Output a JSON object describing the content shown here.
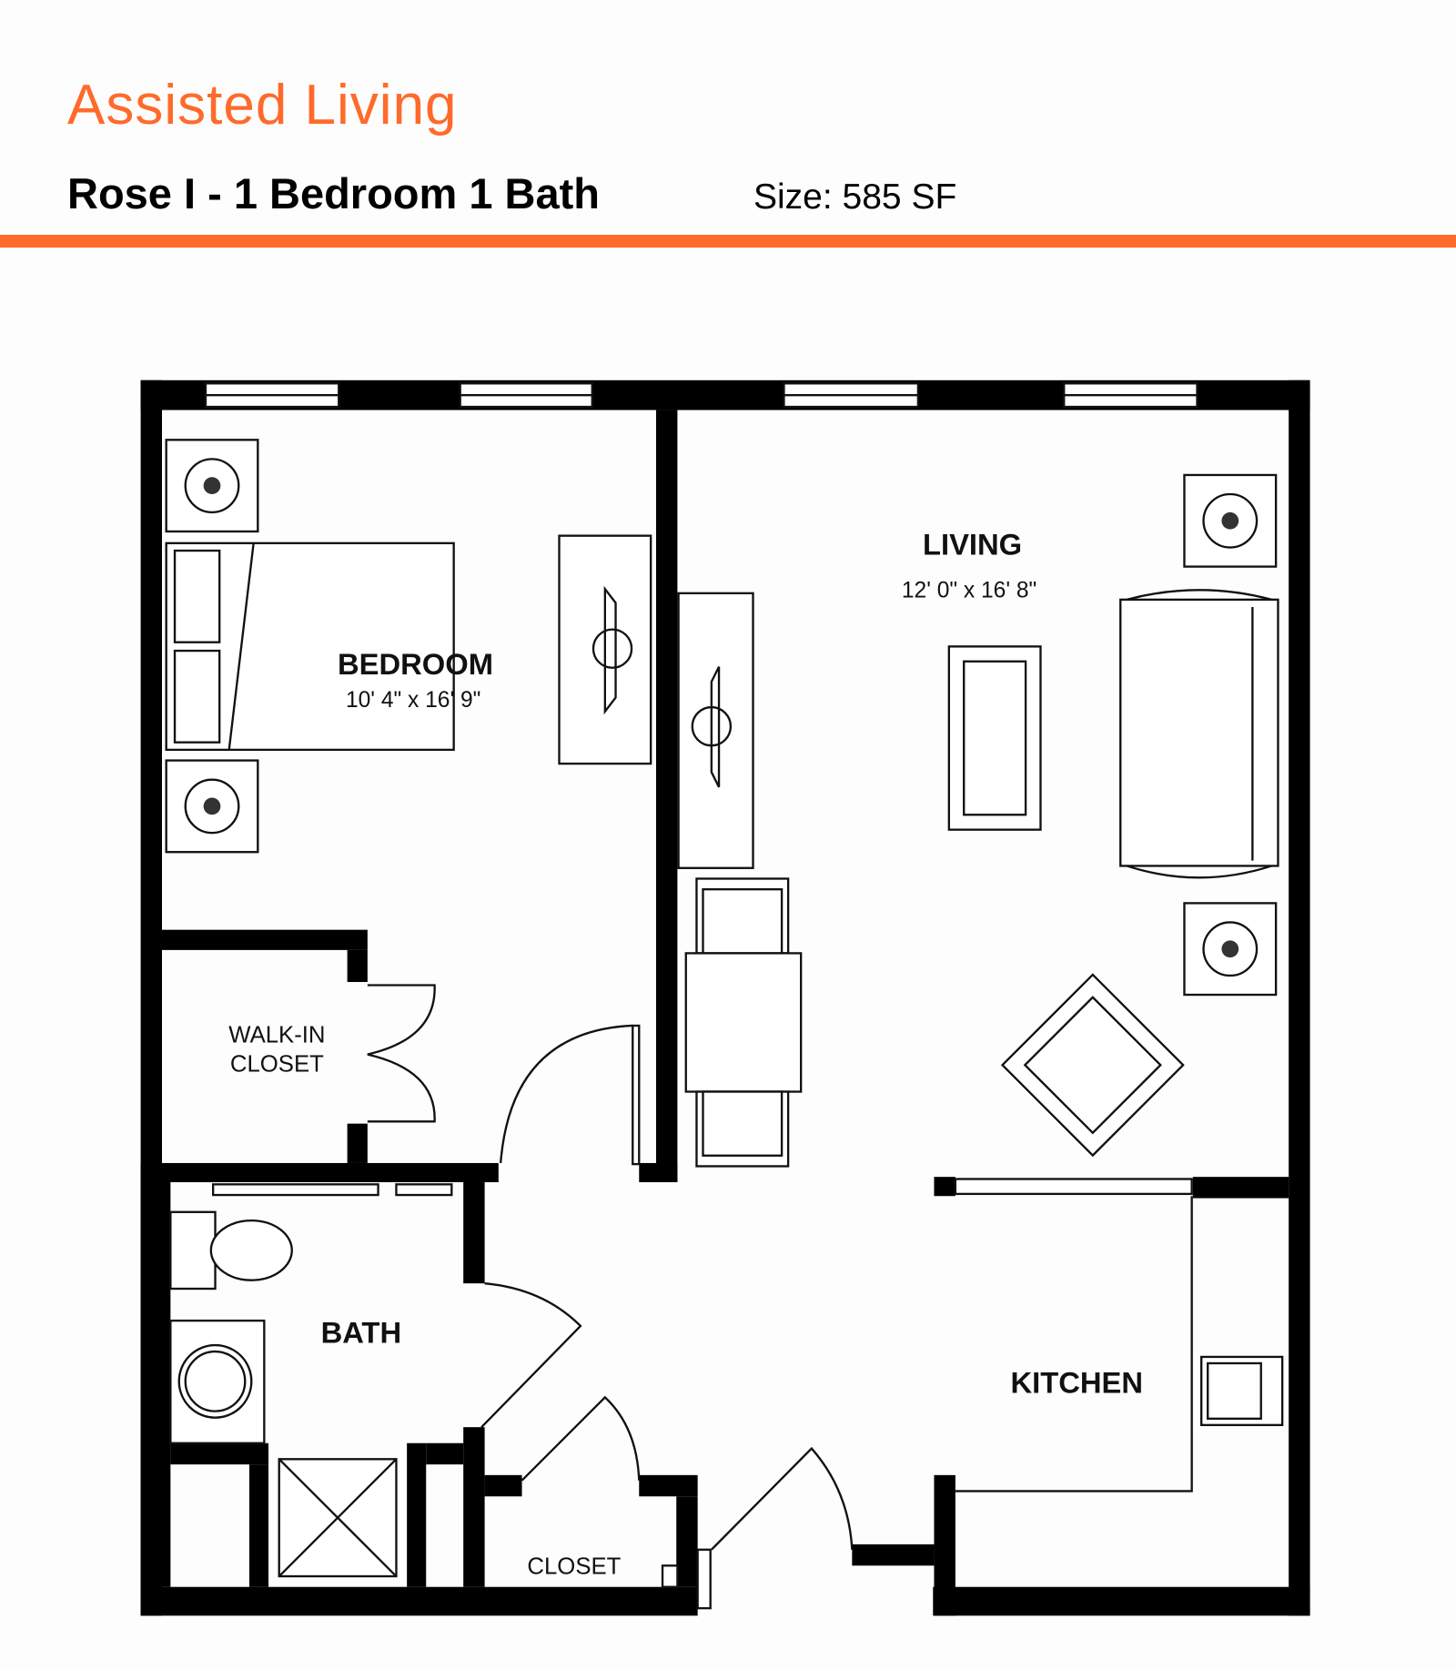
{
  "header": {
    "title": "Assisted Living",
    "subtitle": "Rose I - 1 Bedroom 1 Bath",
    "size": "Size: 585 SF",
    "accent_color": "#ff6a2b"
  },
  "rooms": {
    "bedroom": {
      "name": "BEDROOM",
      "dimensions": "10' 4\" x 16' 9\""
    },
    "living": {
      "name": "LIVING",
      "dimensions": "12' 0\" x 16' 8\""
    },
    "walk_in_closet": {
      "line1": "WALK-IN",
      "line2": "CLOSET"
    },
    "bath": {
      "name": "BATH"
    },
    "kitchen": {
      "name": "KITCHEN"
    },
    "closet": {
      "name": "CLOSET"
    }
  }
}
